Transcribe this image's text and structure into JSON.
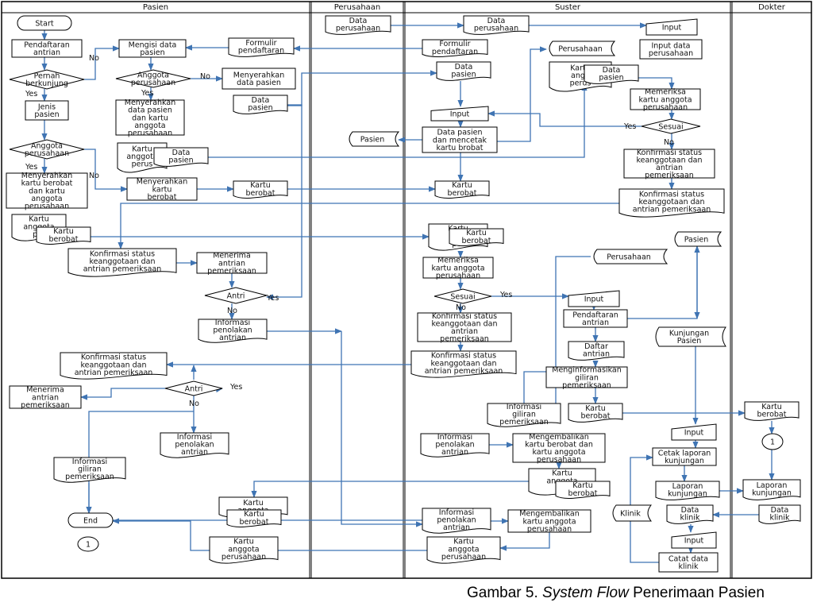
{
  "caption": {
    "prefix": "Gambar 5.",
    "italic": "System Flow",
    "suffix": " Penerimaan Pasien"
  },
  "colors": {
    "line": "#3f74b3",
    "border": "#000000",
    "shape": "#ffffff"
  },
  "lanes": [
    "Pasien",
    "Perusahaan",
    "Suster",
    "Dokter"
  ],
  "nodes": [
    {
      "id": "start",
      "shape": "terminator",
      "lines": [
        "Start"
      ]
    },
    {
      "id": "pendaftaran-antrian",
      "shape": "process",
      "lines": [
        "Pendaftaran",
        "antrian"
      ]
    },
    {
      "id": "pernah-berkunjung",
      "shape": "decision",
      "lines": [
        "Pernah",
        "berkunjung"
      ]
    },
    {
      "id": "jenis-pasien",
      "shape": "process",
      "lines": [
        "Jenis",
        "pasien"
      ]
    },
    {
      "id": "anggota-perusahaan-1",
      "shape": "decision",
      "lines": [
        "Anggota",
        "perusahaan"
      ]
    },
    {
      "id": "menyerahkan-kartu-1",
      "shape": "process",
      "lines": [
        "Menyerahkan",
        "kartu berobat",
        "dan kartu",
        "anggota",
        "perusahaan"
      ]
    },
    {
      "id": "kartu-anggota-1",
      "shape": "document",
      "lines": [
        "Kartu",
        "anggota",
        "per"
      ]
    },
    {
      "id": "kartu-berobat-1",
      "shape": "document",
      "lines": [
        "Kartu",
        "berobat"
      ]
    },
    {
      "id": "mengisi-data",
      "shape": "process",
      "lines": [
        "Mengisi data",
        "pasien"
      ]
    },
    {
      "id": "formulir-1",
      "shape": "document",
      "lines": [
        "Formulir",
        "pendaftaran"
      ]
    },
    {
      "id": "anggota-perusahaan-2",
      "shape": "decision",
      "lines": [
        "Anggota",
        "perusahaan"
      ]
    },
    {
      "id": "menyerahkan-data-pasien",
      "shape": "process",
      "lines": [
        "Menyerahkan",
        "data pasien"
      ]
    },
    {
      "id": "data-pasien-1",
      "shape": "document",
      "lines": [
        "Data",
        "pasien"
      ]
    },
    {
      "id": "menyerahkan-data-kartu",
      "shape": "process",
      "lines": [
        "Menyerahkan",
        "data pasien",
        "dan kartu",
        "anggota",
        "perusahaan"
      ]
    },
    {
      "id": "kartu-anggota-2",
      "shape": "document",
      "lines": [
        "Kartu",
        "anggota",
        "perus"
      ]
    },
    {
      "id": "data-pasien-2",
      "shape": "document",
      "lines": [
        "Data",
        "pasien"
      ]
    },
    {
      "id": "menyerahkan-kartu-berobat",
      "shape": "process",
      "lines": [
        "Menyerahkan",
        "kartu",
        "berobat"
      ]
    },
    {
      "id": "kartu-berobat-2",
      "shape": "document",
      "lines": [
        "Kartu",
        "berobat"
      ]
    },
    {
      "id": "konfirmasi-1",
      "shape": "document",
      "lines": [
        "Konfirmasi status",
        "keanggotaan dan",
        "antrian pemeriksaan"
      ]
    },
    {
      "id": "menerima-antrian-1",
      "shape": "process",
      "lines": [
        "Menerima",
        "antrian",
        "pemeriksaan"
      ]
    },
    {
      "id": "antri-1",
      "shape": "decision",
      "lines": [
        "Antri"
      ]
    },
    {
      "id": "informasi-penolakan-1",
      "shape": "document",
      "lines": [
        "Informasi",
        "penolakan",
        "antrian"
      ]
    },
    {
      "id": "konfirmasi-2",
      "shape": "document",
      "lines": [
        "Konfirmasi status",
        "keanggotaan dan",
        "antrian pemeriksaan"
      ]
    },
    {
      "id": "menerima-antrian-2",
      "shape": "process",
      "lines": [
        "Menerima",
        "antrian",
        "pemeriksaan"
      ]
    },
    {
      "id": "antri-2",
      "shape": "decision",
      "lines": [
        "Antri"
      ]
    },
    {
      "id": "informasi-penolakan-2",
      "shape": "document",
      "lines": [
        "Informasi",
        "penolakan",
        "antrian"
      ]
    },
    {
      "id": "informasi-giliran-1",
      "shape": "document",
      "lines": [
        "Informasi",
        "giliran",
        "pemeriksaan"
      ]
    },
    {
      "id": "end",
      "shape": "terminator",
      "lines": [
        "End"
      ]
    },
    {
      "id": "connector-1-a",
      "shape": "connector",
      "lines": [
        "1"
      ]
    },
    {
      "id": "kartu-anggota-3",
      "shape": "document",
      "lines": [
        "Kartu",
        "anggota"
      ]
    },
    {
      "id": "kartu-berobat-3",
      "shape": "document",
      "lines": [
        "Kartu",
        "berobat"
      ]
    },
    {
      "id": "kartu-anggota-4",
      "shape": "document",
      "lines": [
        "Kartu",
        "anggota",
        "perusahaan"
      ]
    },
    {
      "id": "data-perusahaan-1",
      "shape": "document",
      "lines": [
        "Data",
        "perusahaan"
      ]
    },
    {
      "id": "data-perusahaan-2",
      "shape": "document",
      "lines": [
        "Data",
        "perusahaan"
      ]
    },
    {
      "id": "formulir-2",
      "shape": "document",
      "lines": [
        "Formulir",
        "pendaftaran"
      ]
    },
    {
      "id": "data-pasien-3",
      "shape": "document",
      "lines": [
        "Data",
        "pasien"
      ]
    },
    {
      "id": "input-1",
      "shape": "input",
      "lines": [
        "Input"
      ]
    },
    {
      "id": "data-pasien-cetak",
      "shape": "process",
      "lines": [
        "Data pasien",
        "dan mencetak",
        "kartu brobat"
      ]
    },
    {
      "id": "pasien-store-1",
      "shape": "storage",
      "lines": [
        "Pasien"
      ]
    },
    {
      "id": "kartu-berobat-4",
      "shape": "document",
      "lines": [
        "Kartu",
        "berobat"
      ]
    },
    {
      "id": "input-2",
      "shape": "input",
      "lines": [
        "Input"
      ]
    },
    {
      "id": "input-data-perusahaan",
      "shape": "process",
      "lines": [
        "Input data",
        "perusahaan"
      ]
    },
    {
      "id": "perusahaan-store-1",
      "shape": "storage",
      "lines": [
        "Perusahaan"
      ]
    },
    {
      "id": "kartu-anggota-5",
      "shape": "document",
      "lines": [
        "Kartu",
        "angg",
        "perus"
      ]
    },
    {
      "id": "data-pasien-4",
      "shape": "document",
      "lines": [
        "Data",
        "pasien"
      ]
    },
    {
      "id": "memeriksa-1",
      "shape": "process",
      "lines": [
        "Memeriksa",
        "kartu anggota",
        "perusahaan"
      ]
    },
    {
      "id": "sesuai-1",
      "shape": "decision",
      "lines": [
        "Sesuai"
      ]
    },
    {
      "id": "konfirmasi-3",
      "shape": "process",
      "lines": [
        "Konfirmasi status",
        "keanggotaan dan",
        "antrian",
        "pemeriksaan"
      ]
    },
    {
      "id": "konfirmasi-4",
      "shape": "document",
      "lines": [
        "Konfirmasi status",
        "keanggotaan dan",
        "antrian pemeriksaan"
      ]
    },
    {
      "id": "kartu-anggota-6",
      "shape": "document",
      "lines": [
        "Kartu",
        "a",
        "per"
      ]
    },
    {
      "id": "kartu-berobat-5",
      "shape": "document",
      "lines": [
        "Kartu",
        "berobat"
      ]
    },
    {
      "id": "memeriksa-2",
      "shape": "process",
      "lines": [
        "Memeriksa",
        "kartu anggota",
        "perusahaan"
      ]
    },
    {
      "id": "sesuai-2",
      "shape": "decision",
      "lines": [
        "Sesuai"
      ]
    },
    {
      "id": "konfirmasi-5",
      "shape": "process",
      "lines": [
        "Konfirmasi status",
        "keanggotaan dan",
        "antrian",
        "pemeriksaan"
      ]
    },
    {
      "id": "konfirmasi-6",
      "shape": "document",
      "lines": [
        "Konfirmasi status",
        "keanggotaan dan",
        "antrian pemeriksaan"
      ]
    },
    {
      "id": "pasien-store-2",
      "shape": "storage",
      "lines": [
        "Pasien"
      ]
    },
    {
      "id": "perusahaan-store-2",
      "shape": "storage",
      "lines": [
        "Perusahaan"
      ]
    },
    {
      "id": "input-3",
      "shape": "input",
      "lines": [
        "Input"
      ]
    },
    {
      "id": "pendaftaran-antrian-2",
      "shape": "process",
      "lines": [
        "Pendaftaran",
        "antrian"
      ]
    },
    {
      "id": "kunjungan-pasien",
      "shape": "storage",
      "lines": [
        "Kunjungan",
        "Pasien"
      ]
    },
    {
      "id": "daftar-antrian",
      "shape": "document",
      "lines": [
        "Daftar",
        "antrian"
      ]
    },
    {
      "id": "menginformasikan",
      "shape": "process",
      "lines": [
        "Menginformasikan",
        "giliran",
        "pemeriksaan"
      ]
    },
    {
      "id": "informasi-giliran-2",
      "shape": "document",
      "lines": [
        "Informasi",
        "giliran",
        "pemeriksaan"
      ]
    },
    {
      "id": "kartu-berobat-6",
      "shape": "document",
      "lines": [
        "Kartu",
        "berobat"
      ]
    },
    {
      "id": "informasi-penolakan-3",
      "shape": "document",
      "lines": [
        "Informasi",
        "penolakan",
        "antrian"
      ]
    },
    {
      "id": "mengembalikan-1",
      "shape": "process",
      "lines": [
        "Mengembalikan",
        "kartu berobat dan",
        "kartu anggota",
        "perusahaan"
      ]
    },
    {
      "id": "kartu-anggota-7",
      "shape": "document",
      "lines": [
        "Kartu",
        "anggota",
        "per"
      ]
    },
    {
      "id": "kartu-berobat-7",
      "shape": "document",
      "lines": [
        "Kartu",
        "berobat"
      ]
    },
    {
      "id": "informasi-penolakan-4",
      "shape": "document",
      "lines": [
        "Informasi",
        "penolakan",
        "antrian"
      ]
    },
    {
      "id": "mengembalikan-2",
      "shape": "process",
      "lines": [
        "Mengembalikan",
        "kartu anggota",
        "perusahaan"
      ]
    },
    {
      "id": "kartu-anggota-8",
      "shape": "document",
      "lines": [
        "Kartu",
        "anggota",
        "perusahaan"
      ]
    },
    {
      "id": "input-4",
      "shape": "input",
      "lines": [
        "Input"
      ]
    },
    {
      "id": "cetak-laporan",
      "shape": "process",
      "lines": [
        "Cetak laporan",
        "kunjungan"
      ]
    },
    {
      "id": "laporan-kunjungan-1",
      "shape": "document",
      "lines": [
        "Laporan",
        "kunjungan"
      ]
    },
    {
      "id": "data-klinik-1",
      "shape": "document",
      "lines": [
        "Data",
        "klinik"
      ]
    },
    {
      "id": "input-5",
      "shape": "input",
      "lines": [
        "Input"
      ]
    },
    {
      "id": "catat-data-klinik",
      "shape": "process",
      "lines": [
        "Catat data",
        "klinik"
      ]
    },
    {
      "id": "klinik-store",
      "shape": "storage",
      "lines": [
        "Klinik"
      ]
    },
    {
      "id": "kartu-berobat-8",
      "shape": "document",
      "lines": [
        "Kartu",
        "berobat"
      ]
    },
    {
      "id": "connector-1-b",
      "shape": "connector",
      "lines": [
        "1"
      ]
    },
    {
      "id": "laporan-kunjungan-2",
      "shape": "document",
      "lines": [
        "Laporan",
        "kunjungan"
      ]
    },
    {
      "id": "data-klinik-2",
      "shape": "document",
      "lines": [
        "Data",
        "klinik"
      ]
    }
  ],
  "edge_labels": [
    {
      "id": "no-pernah",
      "text": "No"
    },
    {
      "id": "yes-pernah",
      "text": "Yes"
    },
    {
      "id": "yes-anggota-1",
      "text": "Yes"
    },
    {
      "id": "no-anggota-1",
      "text": "No"
    },
    {
      "id": "no-anggota-2",
      "text": "No"
    },
    {
      "id": "yes-anggota-2",
      "text": "Yes"
    },
    {
      "id": "yes-antri-1",
      "text": "Yes"
    },
    {
      "id": "no-antri-1",
      "text": "No"
    },
    {
      "id": "yes-antri-2",
      "text": "Yes"
    },
    {
      "id": "no-antri-2",
      "text": "No"
    },
    {
      "id": "yes-sesuai-1",
      "text": "Yes"
    },
    {
      "id": "no-sesuai-1",
      "text": "No"
    },
    {
      "id": "yes-sesuai-2",
      "text": "Yes"
    },
    {
      "id": "no-sesuai-2",
      "text": "No"
    }
  ]
}
